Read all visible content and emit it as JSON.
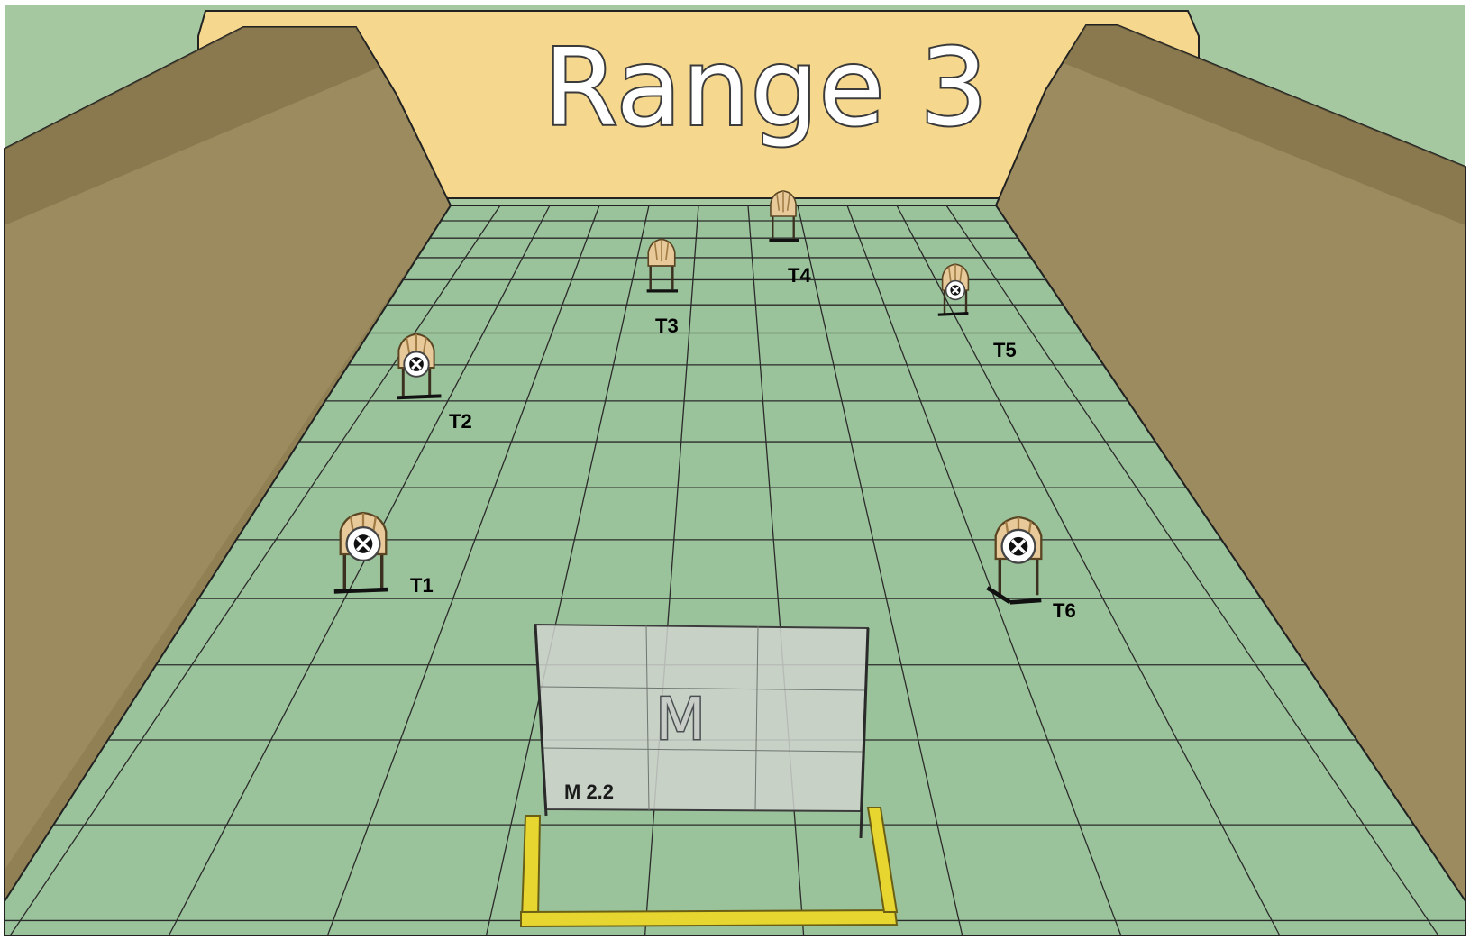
{
  "range": {
    "title": "Range 3"
  },
  "colors": {
    "grass": "#a5c8a0",
    "floor": "#9bc39b",
    "back_wall": "#f5d78e",
    "berm": "#9b8b5e",
    "berm_shadow": "#7c6c43",
    "barrier_base": "#e6d62f",
    "barrier_panel": "#cfd3ce"
  },
  "targets": [
    {
      "id": "T1",
      "label": "T1",
      "no_shoot": true
    },
    {
      "id": "T2",
      "label": "T2",
      "no_shoot": true
    },
    {
      "id": "T3",
      "label": "T3",
      "no_shoot": false
    },
    {
      "id": "T4",
      "label": "T4",
      "no_shoot": false
    },
    {
      "id": "T5",
      "label": "T5",
      "no_shoot": true
    },
    {
      "id": "T6",
      "label": "T6",
      "no_shoot": true
    }
  ],
  "barrier": {
    "letter": "M",
    "id_label": "M 2.2"
  }
}
